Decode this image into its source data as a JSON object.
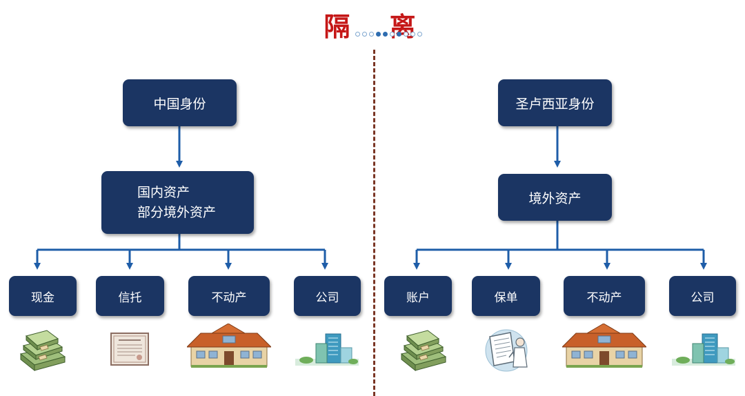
{
  "title": "隔 离",
  "colors": {
    "title": "#c51717",
    "node_fill": "#1b3563",
    "connector": "#1e5da8",
    "divider": "#7a3524"
  },
  "left": {
    "identity": "中国身份",
    "assets_line1": "国内资产",
    "assets_line2": "部分境外资产",
    "children": [
      {
        "label": "现金",
        "icon": "cash-stack-icon"
      },
      {
        "label": "信托",
        "icon": "trust-certificate-icon"
      },
      {
        "label": "不动产",
        "icon": "house-icon"
      },
      {
        "label": "公司",
        "icon": "office-building-icon"
      }
    ]
  },
  "right": {
    "identity": "圣卢西亚身份",
    "assets": "境外资产",
    "children": [
      {
        "label": "账户",
        "icon": "cash-stack-icon"
      },
      {
        "label": "保单",
        "icon": "insurance-policy-icon"
      },
      {
        "label": "不动产",
        "icon": "house-icon"
      },
      {
        "label": "公司",
        "icon": "office-building-icon"
      }
    ]
  }
}
